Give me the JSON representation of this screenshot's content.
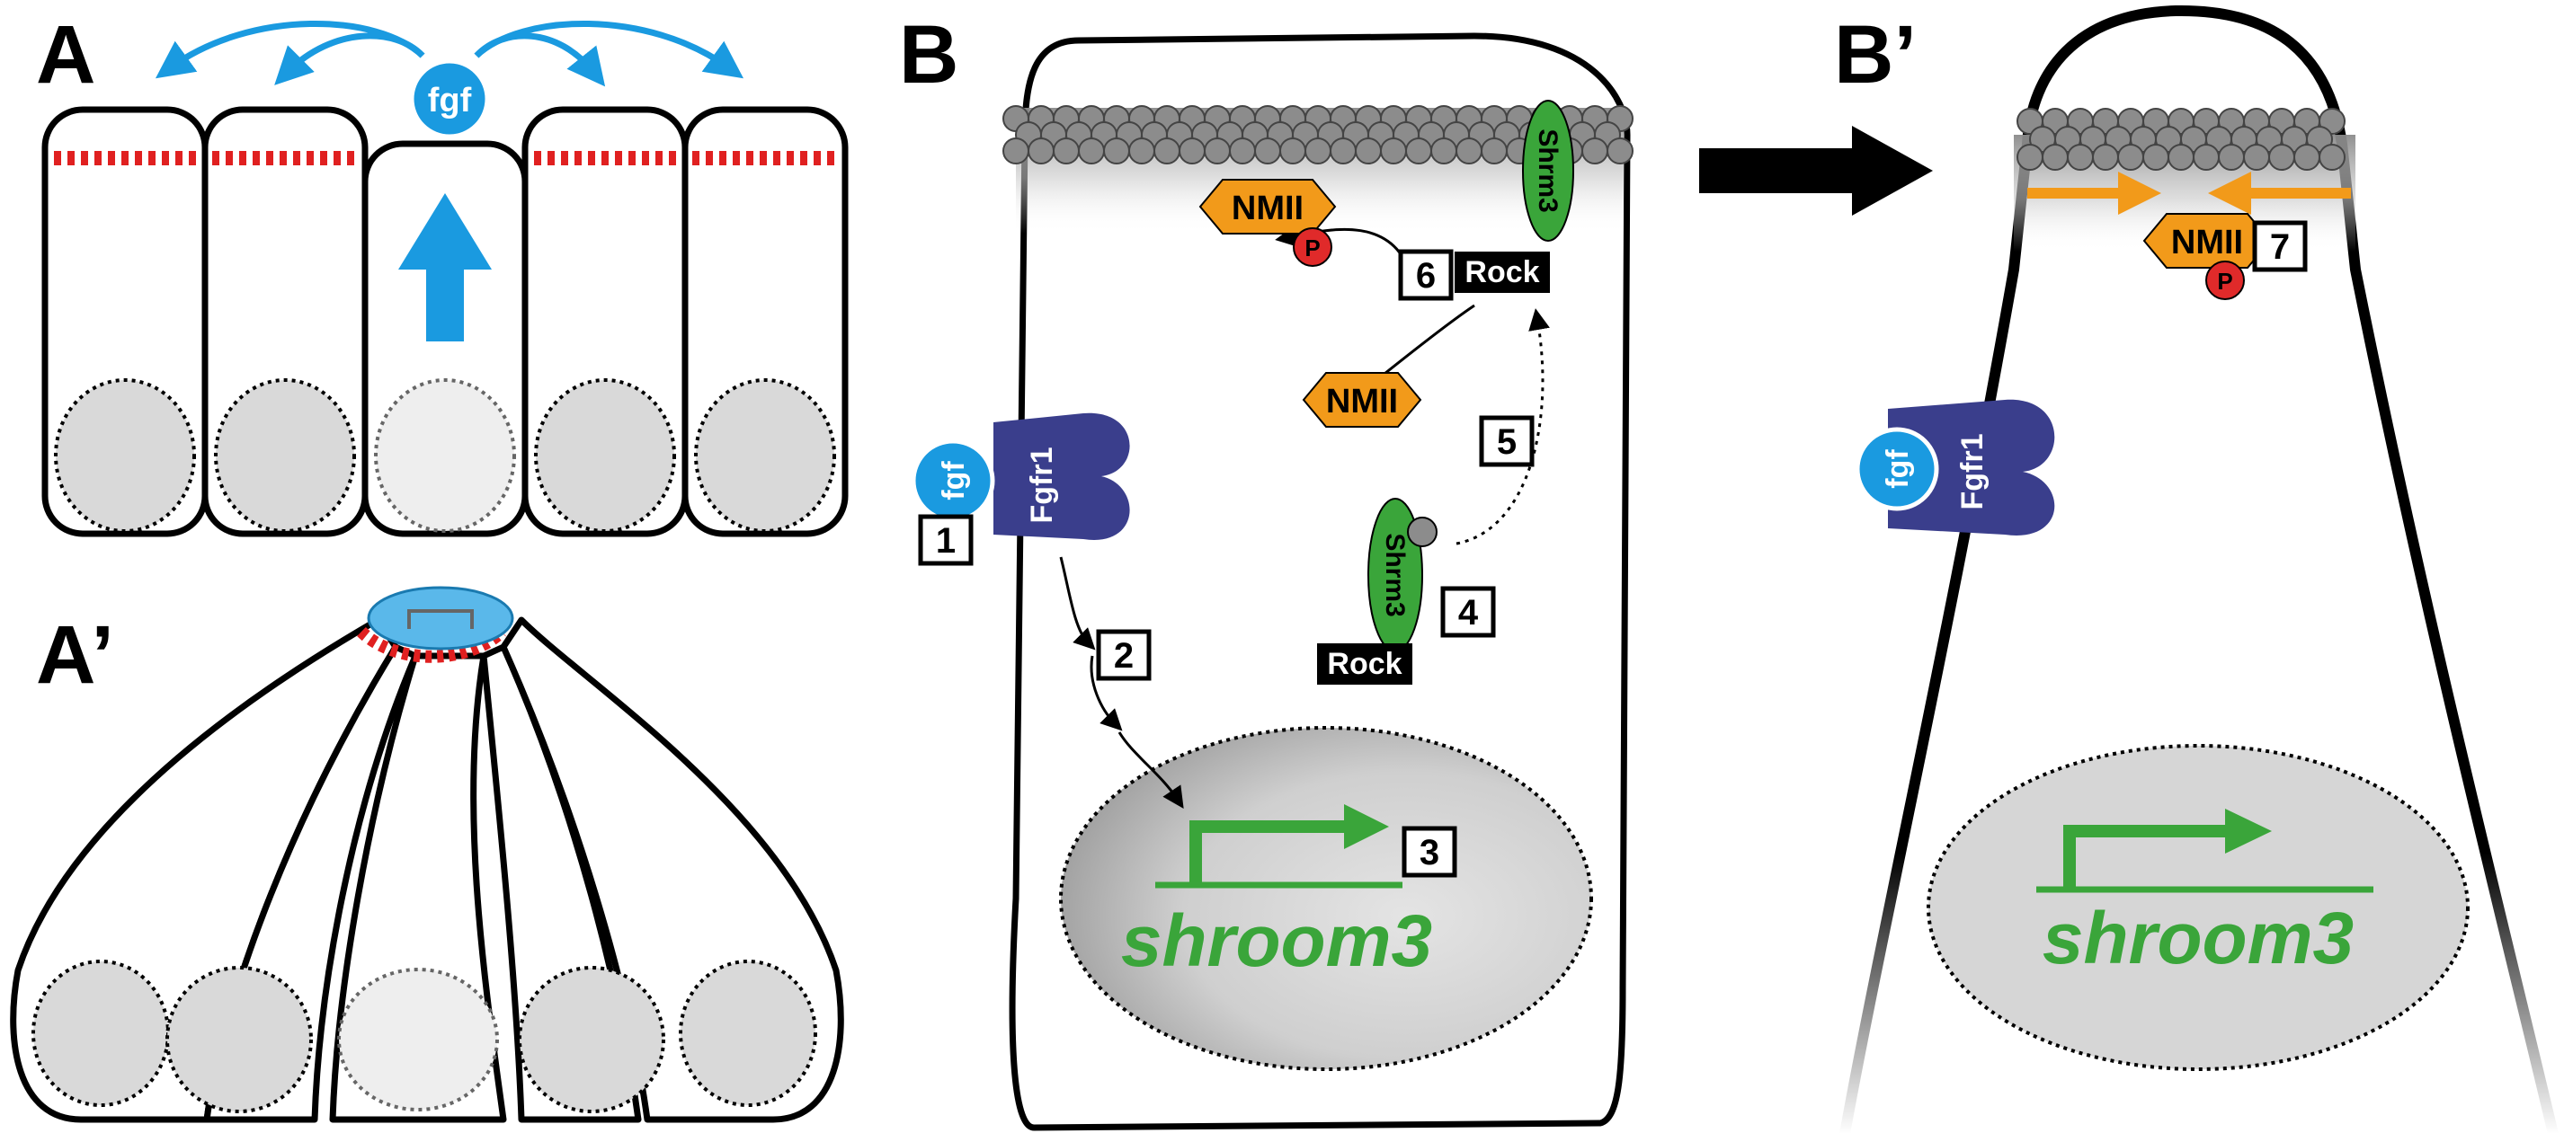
{
  "panels": {
    "A": "A",
    "A_prime": "A’",
    "B": "B",
    "B_prime": "B’"
  },
  "labels": {
    "fgf": "fgf",
    "fgfr1": "Fgfr1",
    "nmii": "NMII",
    "phospho": "P",
    "shrm3": "Shrm3",
    "rock": "Rock",
    "gene": "shroom3"
  },
  "steps": [
    "1",
    "2",
    "3",
    "4",
    "5",
    "6",
    "7"
  ],
  "colors": {
    "fgf_blue": "#1a9ae0",
    "receptor_navy": "#3a3e8c",
    "nmii_orange": "#f29a1a",
    "shrm3_green": "#3aa53a",
    "phospho_red": "#e02a2a",
    "junction_red": "#e02020",
    "actin_gray": "#8c8c8c",
    "nucleus_gray": "#d4d4d4"
  }
}
